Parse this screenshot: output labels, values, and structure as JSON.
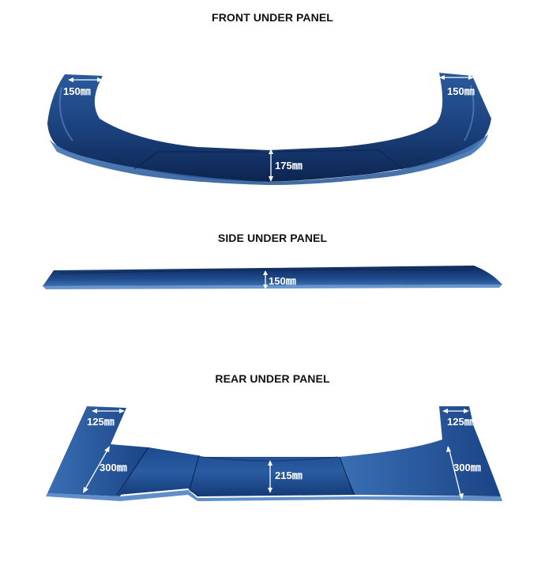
{
  "colors": {
    "panel_dark": "#0c2a5c",
    "panel_mid": "#1d4a8c",
    "panel_light": "#3f76b8",
    "dimension": "#ffffff",
    "title": "#111111"
  },
  "front_panel": {
    "title": "FRONT UNDER PANEL",
    "dim_left": "150㎜",
    "dim_right": "150㎜",
    "dim_center": "175㎜"
  },
  "side_panel": {
    "title": "SIDE UNDER PANEL",
    "dim_center": "150㎜"
  },
  "rear_panel": {
    "title": "REAR UNDER PANEL",
    "dim_top_left": "125㎜",
    "dim_top_right": "125㎜",
    "dim_left_height": "300㎜",
    "dim_right_height": "300㎜",
    "dim_center": "215㎜"
  }
}
